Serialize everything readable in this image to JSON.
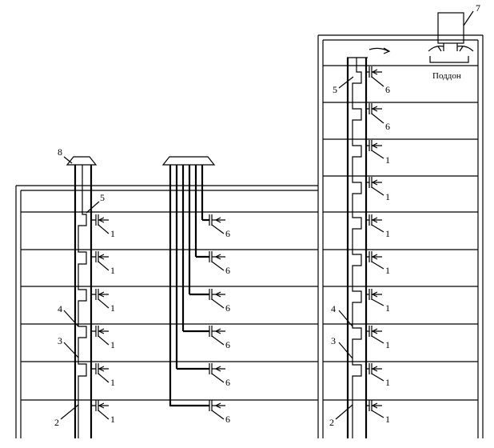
{
  "labels": {
    "n1": "1",
    "n2": "2",
    "n3": "3",
    "n4": "4",
    "n5": "5",
    "n6": "6",
    "n7": "7",
    "n8": "8",
    "tray": "Поддон"
  }
}
